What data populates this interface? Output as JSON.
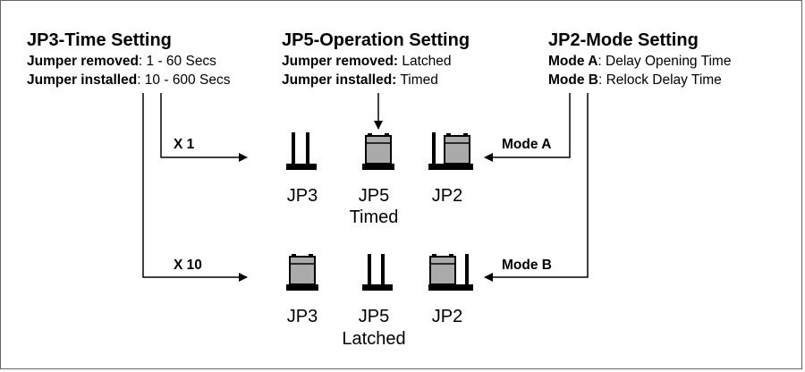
{
  "jp3": {
    "title": "JP3-Time Setting",
    "removed_key": "Jumper removed",
    "removed_val": ": 1 - 60 Secs",
    "installed_key": "Jumper installed",
    "installed_val": ": 10 - 600 Secs"
  },
  "jp5": {
    "title": "JP5-Operation Setting",
    "removed_key": "Jumper removed:",
    "removed_val": " Latched",
    "installed_key": "Jumper installed:",
    "installed_val": " Timed"
  },
  "jp2": {
    "title": "JP2-Mode Setting",
    "a_key": "Mode A",
    "a_val": ": Delay Opening Time",
    "b_key": "Mode B",
    "b_val": ": Relock Delay Time"
  },
  "arrows": {
    "x1": "X 1",
    "x10": "X 10",
    "mode_a": "Mode A",
    "mode_b": "Mode B"
  },
  "row_top": {
    "jp3": "JP3",
    "jp5": "JP5",
    "jp5_state": "Timed",
    "jp2": "JP2"
  },
  "row_bottom": {
    "jp3": "JP3",
    "jp5": "JP5",
    "jp5_state": "Latched",
    "jp2": "JP2"
  },
  "colors": {
    "jumper_fill": "#aaaaaa",
    "border": "#666666"
  }
}
